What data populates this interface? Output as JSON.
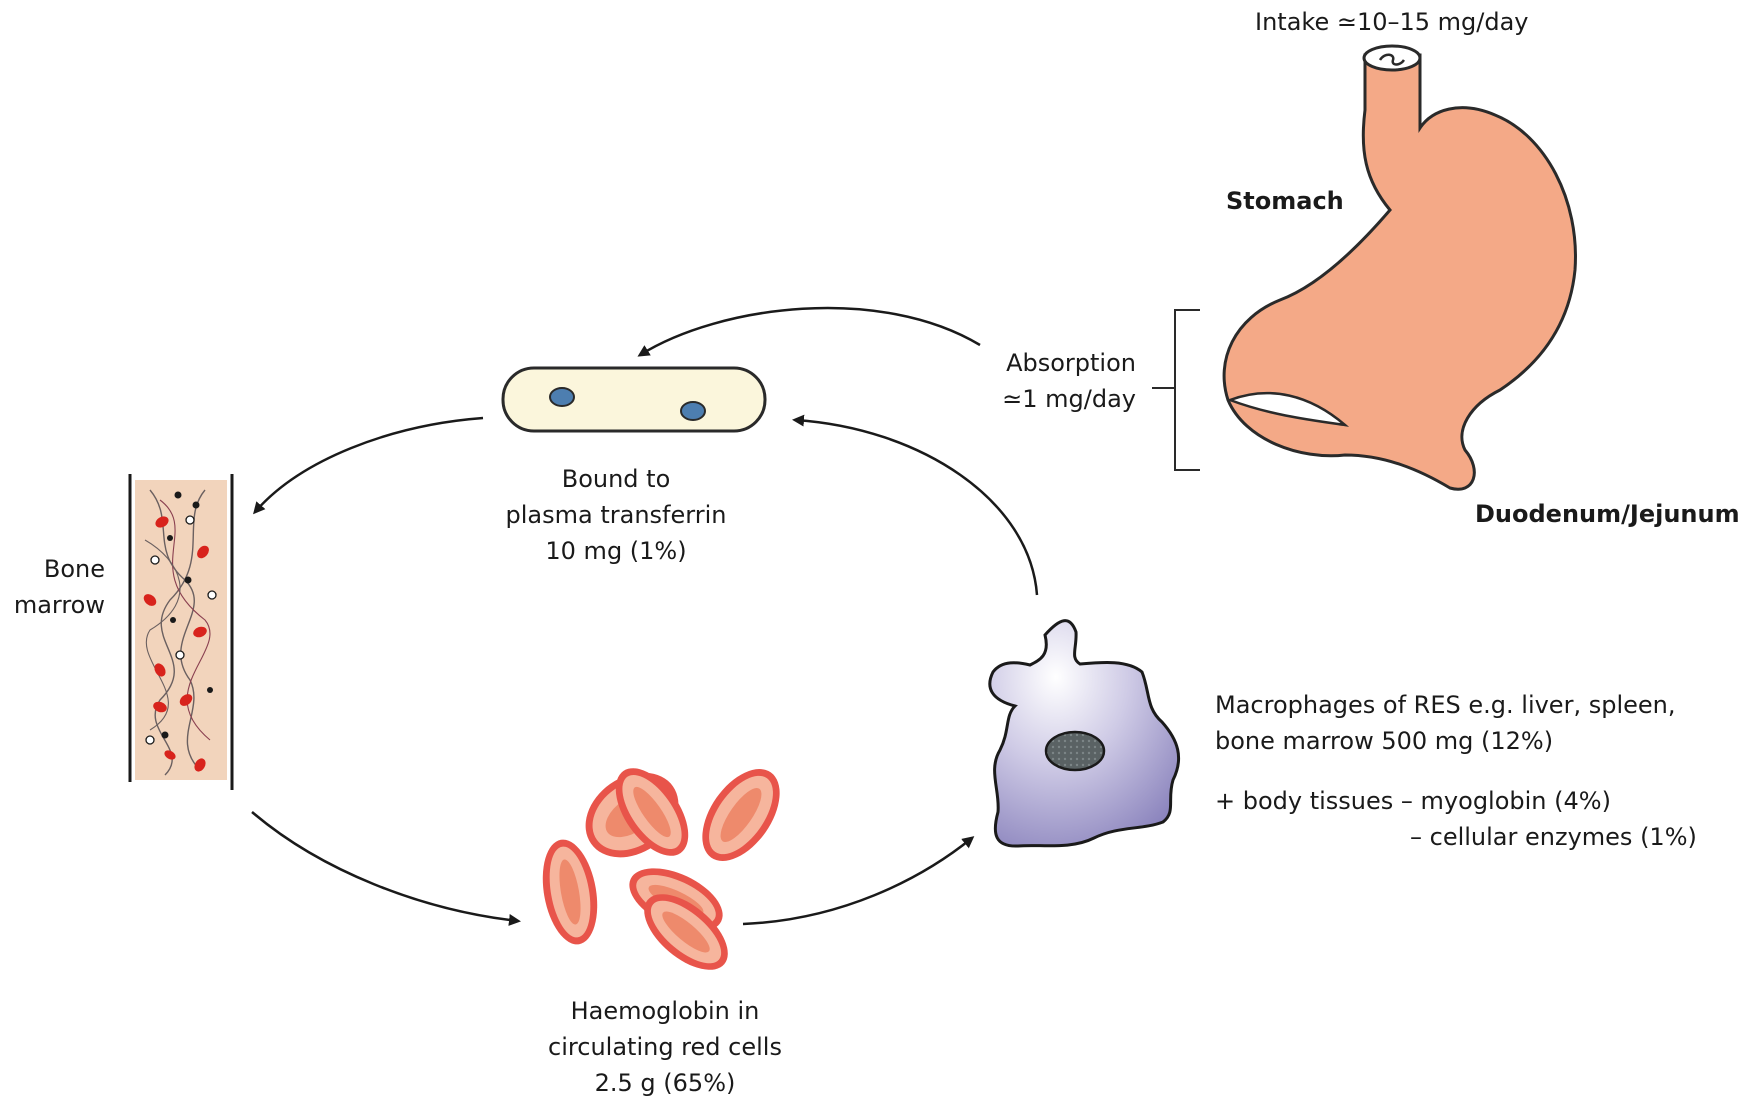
{
  "intake": {
    "label": "Intake  ≃10–15 mg/day"
  },
  "stomach": {
    "label": "Stomach"
  },
  "duodenum": {
    "label": "Duodenum/Jejunum"
  },
  "absorption": {
    "line1": "Absorption",
    "line2": "≃1 mg/day"
  },
  "transferrin": {
    "line1": "Bound to",
    "line2": "plasma transferrin",
    "line3": "10 mg (1%)"
  },
  "bone_marrow": {
    "line1": "Bone",
    "line2": "marrow"
  },
  "macrophages": {
    "line1": "Macrophages of RES e.g. liver, spleen,",
    "line2": "bone marrow  500 mg (12%)",
    "line3": "+ body tissues – myoglobin (4%)",
    "line4": "– cellular enzymes (1%)"
  },
  "haemoglobin": {
    "line1": "Haemoglobin in",
    "line2": "circulating red cells",
    "line3": "2.5 g (65%)"
  },
  "colors": {
    "stomach_fill": "#f4a987",
    "stomach_outline": "#2a2a2a",
    "transferrin_fill": "#fbf6dc",
    "transferrin_iron": "#4d7eb0",
    "marrow_fill": "#f2d4bc",
    "marrow_cell": "#d8231c",
    "red_cell_rim": "#e8544a",
    "red_cell_fill": "#f6b59d",
    "red_cell_center": "#ee8a6c",
    "macrophage_fill": "#b3aed5",
    "macrophage_nucleus": "#555c5e",
    "arrow": "#1a1a1a"
  }
}
